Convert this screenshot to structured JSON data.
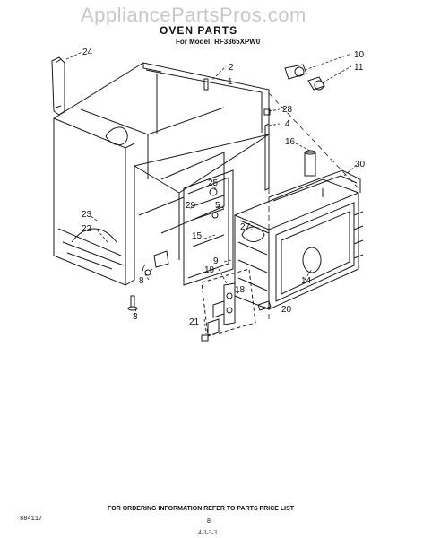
{
  "watermark": "AppliancePartsPros.com",
  "title": "OVEN PARTS",
  "subtitle": "For Model: RF3365XPW0",
  "footer": "FOR ORDERING INFORMATION REFER TO PARTS PRICE LIST",
  "doc_number": "884117",
  "page_number": "8",
  "handwritten_note": "4-3-5-3",
  "callouts": [
    "24",
    "2",
    "1",
    "10",
    "11",
    "28",
    "4",
    "16",
    "30",
    "25",
    "29",
    "5",
    "23",
    "22",
    "27",
    "15",
    "9",
    "14",
    "7",
    "8",
    "19",
    "18",
    "3",
    "20",
    "21"
  ]
}
